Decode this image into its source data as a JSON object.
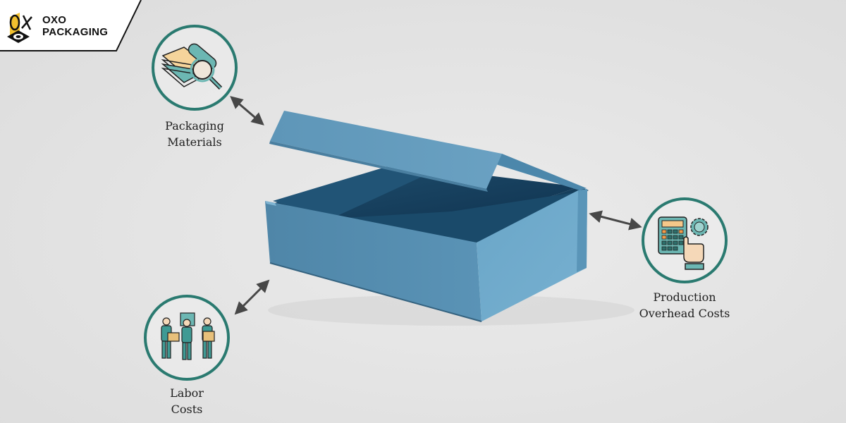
{
  "brand": {
    "name_line1": "OXO",
    "name_line2": "PACKAGING",
    "logo_accent": "#f2c12e"
  },
  "product": {
    "description": "Open blue magnetic-closure rigid gift box",
    "box_color": "#5b93b5"
  },
  "cost_factors": [
    {
      "id": "packaging-materials",
      "line1": "Packaging",
      "line2": "Materials",
      "icon": "materials-magnifier-icon"
    },
    {
      "id": "production-overhead",
      "line1": "Production",
      "line2": "Overhead Costs",
      "icon": "calculator-gear-icon"
    },
    {
      "id": "labor-costs",
      "line1": "Labor",
      "line2": "Costs",
      "icon": "workers-icon"
    }
  ],
  "colors": {
    "circle_border": "#2a7a70",
    "arrow": "#474747",
    "background": "#e4e4e4"
  }
}
